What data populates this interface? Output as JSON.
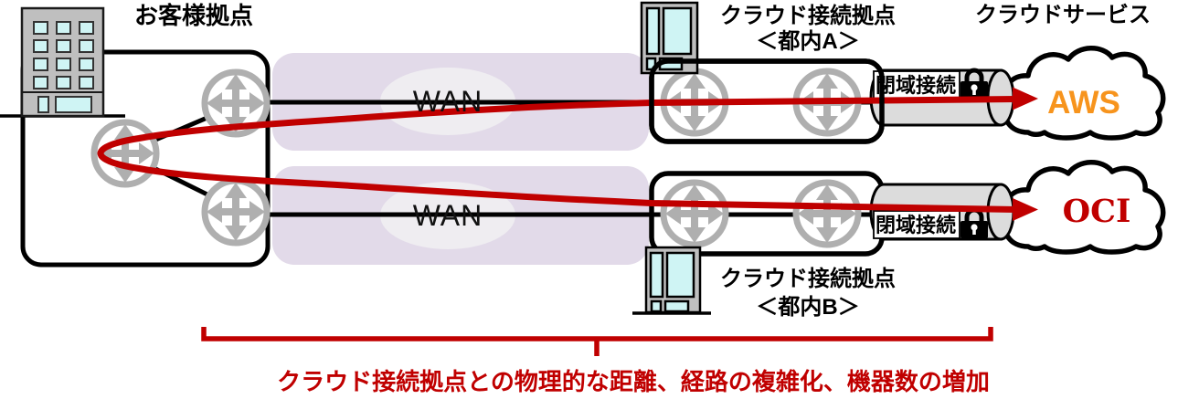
{
  "diagram": {
    "labels": {
      "customer_site": "お客様拠点",
      "cloud_site_a_line1": "クラウド接続拠点",
      "cloud_site_a_line2": "＜都内A＞",
      "cloud_site_b_line1": "クラウド接続拠点",
      "cloud_site_b_line2": "＜都内B＞",
      "cloud_services": "クラウドサービス",
      "wan_top": "WAN",
      "wan_bottom": "WAN",
      "tunnel_top": "閉域接続",
      "tunnel_bottom": "閉域接続"
    },
    "clouds": {
      "aws_label": "AWS",
      "aws_color": "#F7941D",
      "oci_label": "OCI",
      "oci_color": "#C00000"
    },
    "caption": {
      "text": "クラウド接続拠点との物理的な距離、経路の複雑化、機器数の増加",
      "color": "#C00000"
    },
    "icons": {
      "router": "router-4way-arrow-icon",
      "lock": "lock-icon",
      "building": "building-icon"
    },
    "colors": {
      "route_line": "#C00000",
      "wan_band": "#E2DAE9",
      "wan_ellipse": "#EFEDF1",
      "router_gray": "#AFAFAF",
      "cylinder_fill": "#DCDCDC",
      "building_gray": "#BFBFBF",
      "window_cyan": "#CFF4F4",
      "outline": "#000000"
    }
  }
}
